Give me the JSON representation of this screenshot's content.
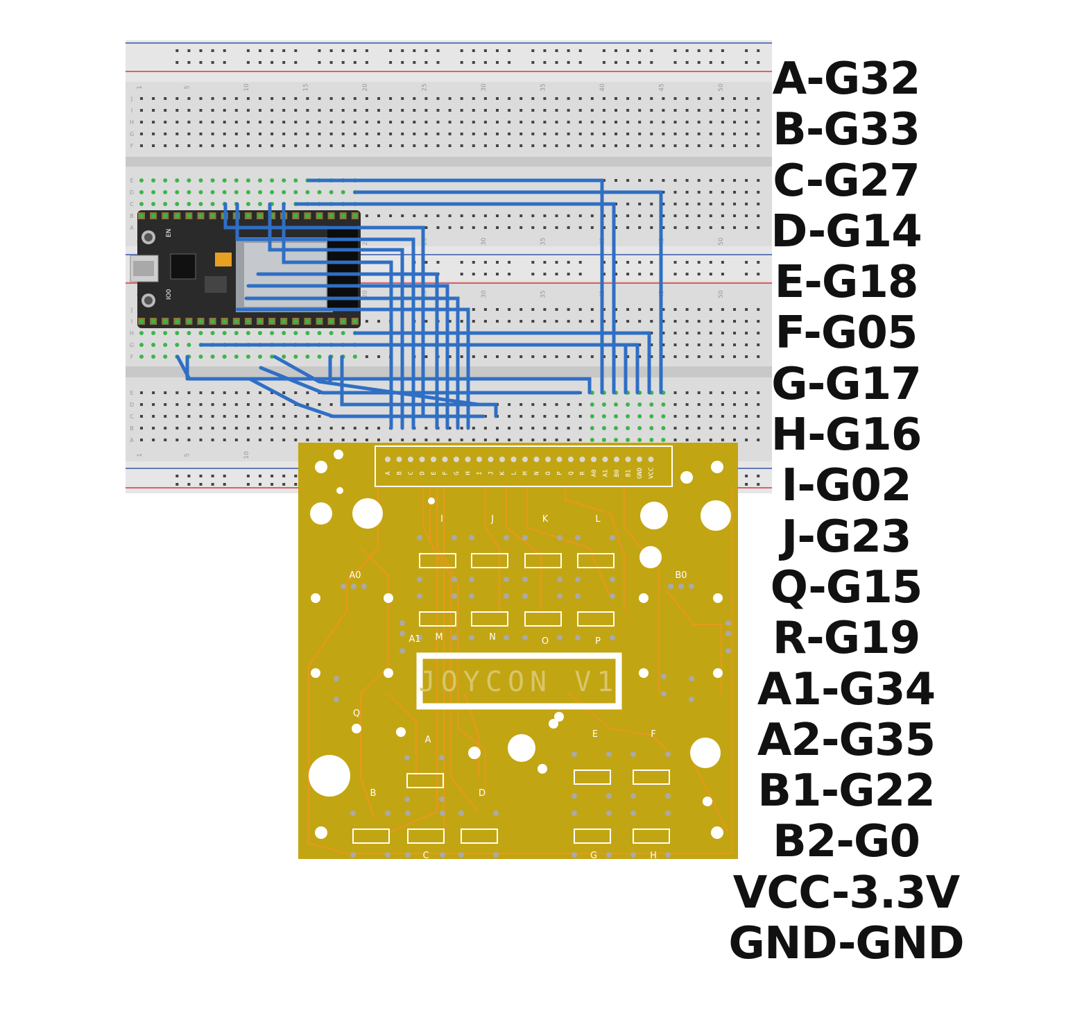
{
  "pin_map": [
    "A-G32",
    "B-G33",
    "C-G27",
    "D-G14",
    "E-G18",
    "F-G05",
    "G-G17",
    "H-G16",
    "I-G02",
    "J-G23",
    "Q-G15",
    "R-G19",
    "A1-G34",
    "A2-G35",
    "B1-G22",
    "B2-G0",
    "VCC-3.3V",
    "GND-GND"
  ],
  "breadboard": {
    "column_numbers": [
      "1",
      "5",
      "10",
      "15",
      "20",
      "25",
      "30",
      "35",
      "40",
      "45",
      "50"
    ],
    "row_letters_top": [
      "J",
      "I",
      "H",
      "G",
      "F"
    ],
    "row_letters_bottom": [
      "E",
      "D",
      "C",
      "B",
      "A"
    ]
  },
  "esp32": {
    "labels": [
      "EN",
      "IO0"
    ]
  },
  "pcb": {
    "title": "JOYCON V1",
    "header_labels": [
      "A",
      "B",
      "C",
      "D",
      "E",
      "F",
      "G",
      "H",
      "I",
      "J",
      "K",
      "L",
      "M",
      "N",
      "O",
      "P",
      "Q",
      "R",
      "A0",
      "A1",
      "B0",
      "B1",
      "GND",
      "VCC"
    ],
    "button_labels": [
      "I",
      "J",
      "K",
      "L",
      "M",
      "N",
      "O",
      "P",
      "A",
      "B",
      "C",
      "D",
      "E",
      "F",
      "G",
      "H",
      "Q"
    ],
    "joystick_labels": [
      "A0",
      "A1",
      "B0"
    ]
  },
  "colors": {
    "breadboard": "#dcdcdc",
    "wire": "#2f6fc4",
    "pcb": "#c2a512",
    "trace": "#e39a1c",
    "rail_red": "#d33",
    "rail_blue": "#35a"
  }
}
